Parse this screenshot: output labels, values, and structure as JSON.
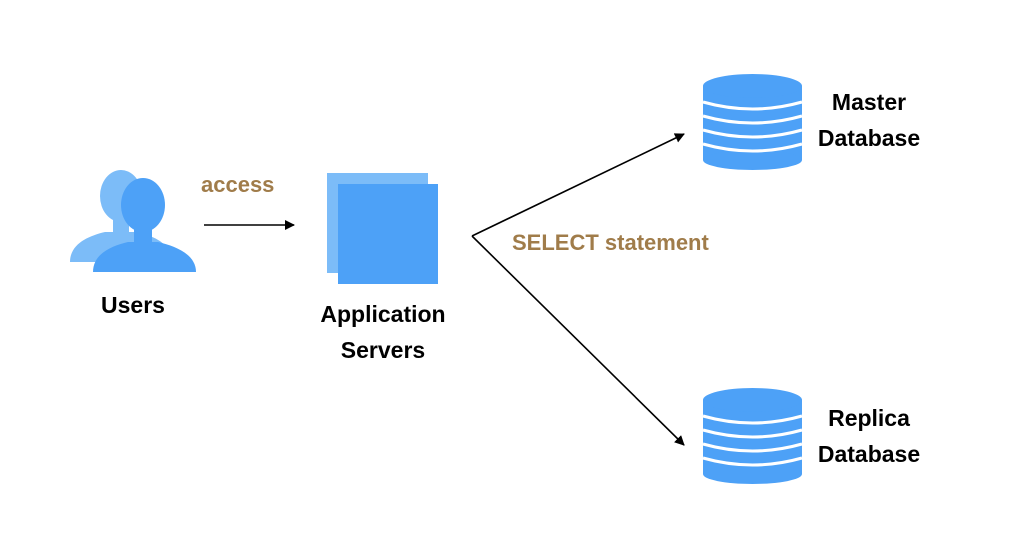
{
  "colors": {
    "primary": "#4da1f7",
    "light": "#7cbcf8",
    "edge_label": "#a07c4a",
    "arrow": "#000000"
  },
  "nodes": {
    "users": {
      "label": "Users",
      "icon": "users-icon"
    },
    "app_servers": {
      "label_line1": "Application",
      "label_line2": "Servers",
      "icon": "server-stack-icon"
    },
    "master_db": {
      "label_line1": "Master",
      "label_line2": "Database",
      "icon": "database-icon"
    },
    "replica_db": {
      "label_line1": "Replica",
      "label_line2": "Database",
      "icon": "database-icon"
    }
  },
  "edges": {
    "users_to_app": {
      "label": "access"
    },
    "app_to_db": {
      "label": "SELECT statement"
    }
  }
}
